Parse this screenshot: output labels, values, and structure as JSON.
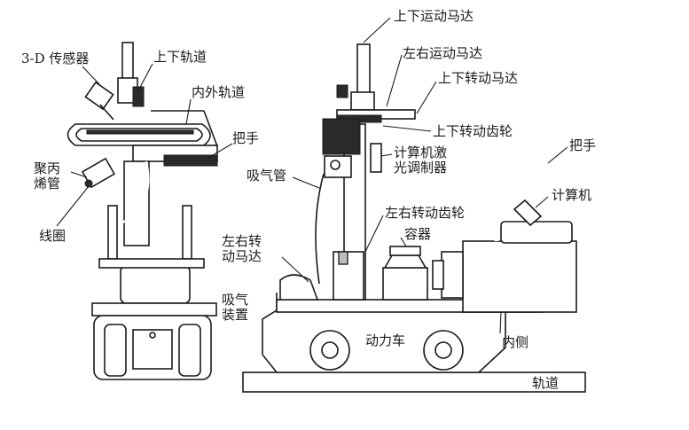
{
  "labels": {
    "sensor_3d": "3-D 传感器",
    "up_down_track": "上下轨道",
    "inner_outer_track": "内外轨道",
    "handle_left": "把手",
    "polypropylene_tube": "聚丙\n烯管",
    "coil": "线圈",
    "up_down_motion_motor": "上下运动马达",
    "left_right_motion_motor": "左右运动马达",
    "up_down_rotation_motor": "上下转动马达",
    "up_down_rotation_gear": "上下转动齿轮",
    "computer_laser_modulator": "计算机激\n光调制器",
    "suction_tube": "吸气管",
    "handle_right": "把手",
    "computer": "计算机",
    "left_right_rotation_gear": "左右转动齿轮",
    "left_right_rotation_motor": "左右转\n动马达",
    "container": "容器",
    "suction_device": "吸气\n装置",
    "power_vehicle": "动力车",
    "inner_side": "内侧",
    "track": "轨道"
  }
}
